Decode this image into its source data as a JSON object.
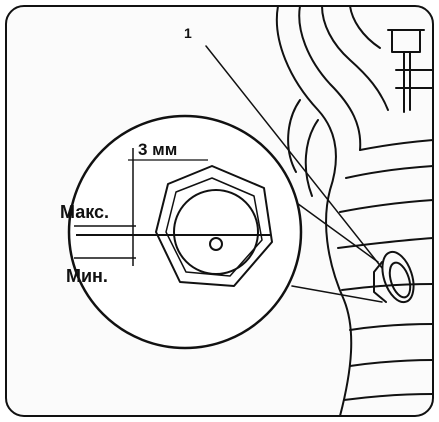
{
  "callout_number": "1",
  "gap_label": "3 мм",
  "max_label": "Макс.",
  "min_label": "Мин.",
  "colors": {
    "line": "#111111",
    "background": "#ffffff",
    "frame_fill": "#fbfbfb"
  }
}
